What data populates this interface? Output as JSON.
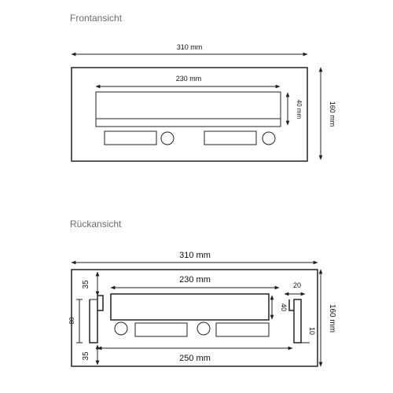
{
  "front": {
    "title": "Frontansicht",
    "width_label": "310 mm",
    "height_label": "160 mm",
    "slot_width_label": "230 mm",
    "slot_height_label": "40 mm"
  },
  "back": {
    "title": "Rückansicht",
    "width_label": "310 mm",
    "height_label": "160 mm",
    "slot_width_label": "230 mm",
    "slot_height_label": "40",
    "bottom_width_label": "250 mm",
    "top_offset_label": "35",
    "bottom_offset_label": "35",
    "mount_height_label": "80",
    "right_offset_label": "20",
    "right_bottom_label": "10"
  }
}
